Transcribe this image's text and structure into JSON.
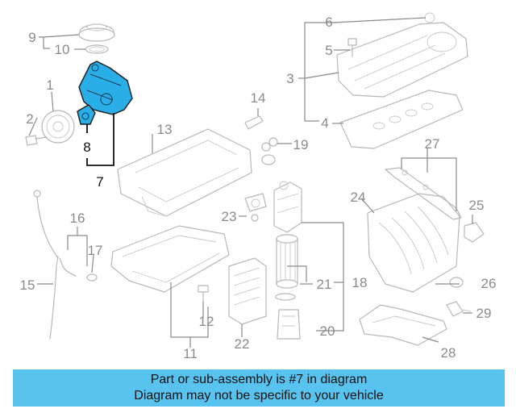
{
  "diagram": {
    "callouts": [
      "1",
      "2",
      "3",
      "4",
      "5",
      "6",
      "7",
      "8",
      "9",
      "10",
      "11",
      "12",
      "13",
      "14",
      "15",
      "16",
      "17",
      "18",
      "19",
      "20",
      "21",
      "22",
      "23",
      "24",
      "25",
      "26",
      "27",
      "28",
      "29"
    ],
    "highlighted_callouts": [
      "7",
      "8"
    ],
    "colors": {
      "highlight_fill": "#29aee8",
      "line_art": "#b8b8b8",
      "callout_text": "#8a8a8a",
      "highlight_text": "#111111",
      "banner_background": "#59c3f0"
    }
  },
  "banner": {
    "line1": "Part or sub-assembly is #7 in diagram",
    "line2": "Diagram may not be specific to your vehicle"
  }
}
